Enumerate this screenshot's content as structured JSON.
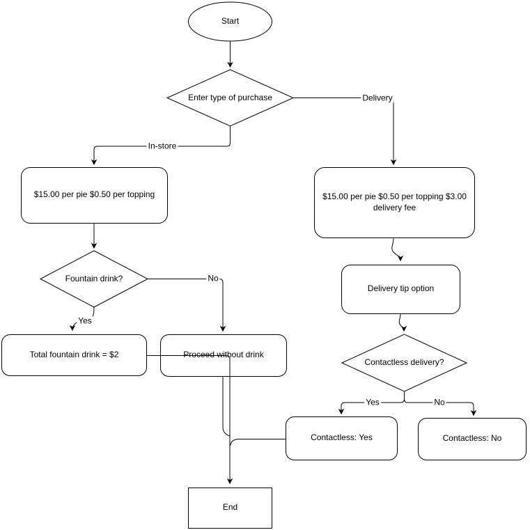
{
  "nodes": {
    "start": {
      "label": "Start"
    },
    "purchase": {
      "label": "Enter type of purchase"
    },
    "instore_price": {
      "label": "$15.00 per pie $0.50 per topping"
    },
    "delivery_price": {
      "label": "$15.00 per pie $0.50 per topping $3.00\ndelivery fee"
    },
    "fountain": {
      "label": "Fountain drink?"
    },
    "total_drink": {
      "label": "Total fountain drink = $2"
    },
    "proceed": {
      "label": "Proceed without drink"
    },
    "tip": {
      "label": "Delivery tip option"
    },
    "contactless": {
      "label": "Contactless delivery?"
    },
    "contactless_yes": {
      "label": "Contactless: Yes"
    },
    "contactless_no": {
      "label": "Contactless: No"
    },
    "end": {
      "label": "End"
    }
  },
  "edge_labels": {
    "delivery": "Delivery",
    "instore": "In-store",
    "fountain_yes": "Yes",
    "fountain_no": "No",
    "contactless_yes": "Yes",
    "contactless_no": "No"
  },
  "colors": {
    "stroke": "#000000",
    "fill": "#ffffff",
    "text": "#000000",
    "background": "#ffffff"
  }
}
